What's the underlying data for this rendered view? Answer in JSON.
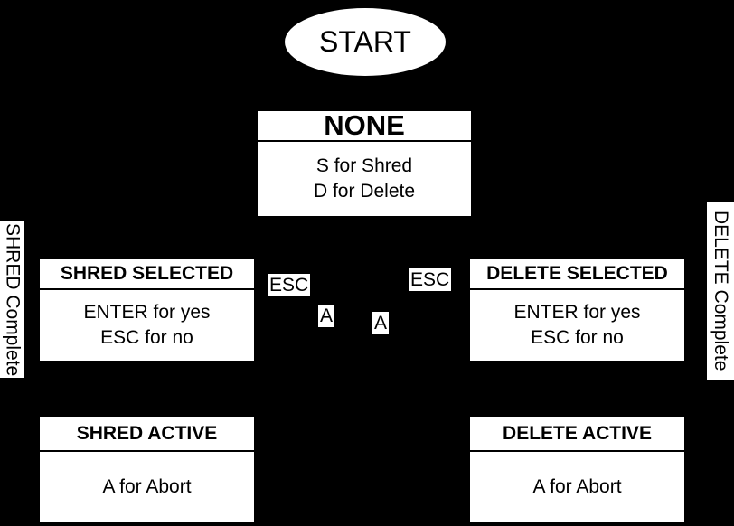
{
  "colors": {
    "background": "#000000",
    "node_fill": "#ffffff",
    "text": "#000000"
  },
  "diagram": {
    "type": "state-diagram",
    "start_label": "START",
    "states": [
      {
        "id": "none",
        "title": "NONE",
        "lines": [
          "S for Shred",
          "D for Delete"
        ]
      },
      {
        "id": "shred-selected",
        "title": "SHRED SELECTED",
        "lines": [
          "ENTER for yes",
          "ESC for no"
        ]
      },
      {
        "id": "delete-selected",
        "title": "DELETE SELECTED",
        "lines": [
          "ENTER for yes",
          "ESC for no"
        ]
      },
      {
        "id": "shred-active",
        "title": "SHRED ACTIVE",
        "lines": [
          "A for Abort"
        ]
      },
      {
        "id": "delete-active",
        "title": "DELETE ACTIVE",
        "lines": [
          "A for Abort"
        ]
      }
    ],
    "edge_labels": {
      "esc_left": "ESC",
      "a_left": "A",
      "a_right": "A",
      "esc_right": "ESC",
      "shred_complete": "SHRED Complete",
      "delete_complete": "DELETE Complete"
    }
  }
}
